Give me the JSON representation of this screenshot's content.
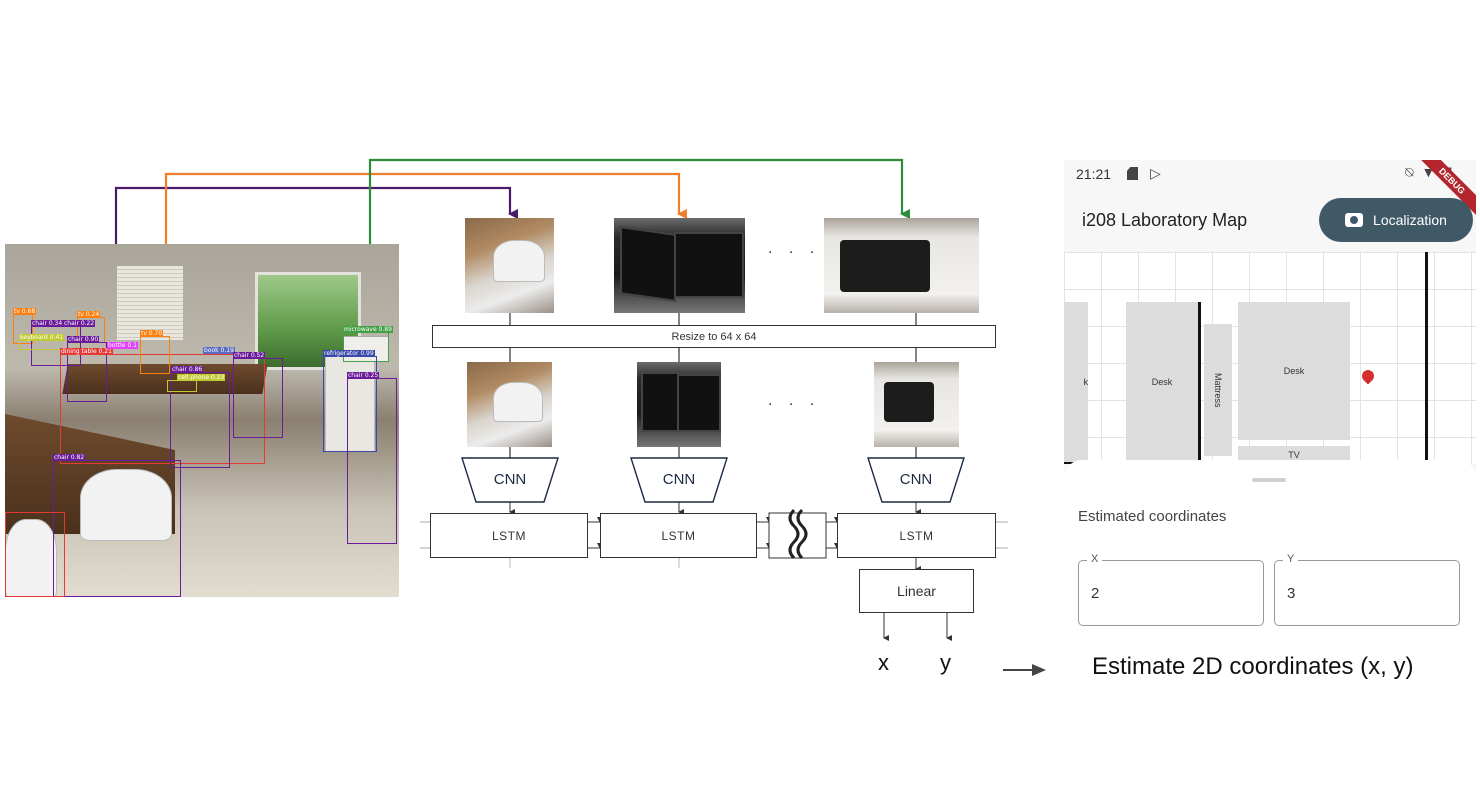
{
  "scene": {
    "detections": [
      {
        "label": "tv 0.68",
        "color": "#ff7f0e"
      },
      {
        "label": "tv 0.24",
        "color": "#ff7f0e"
      },
      {
        "label": "chair 0.34",
        "color": "#6a1b9a"
      },
      {
        "label": "chair 0.22",
        "color": "#6a1b9a"
      },
      {
        "label": "keyboard 0.41",
        "color": "#c0ca33"
      },
      {
        "label": "chair 0.90",
        "color": "#6a1b9a"
      },
      {
        "label": "dining table 0.21",
        "color": "#e53935"
      },
      {
        "label": "bottle 0.1",
        "color": "#e040fb"
      },
      {
        "label": "tv 0.70",
        "color": "#ff7f0e"
      },
      {
        "label": "book 0.19",
        "color": "#5c6bc0"
      },
      {
        "label": "chair 0.52",
        "color": "#6a1b9a"
      },
      {
        "label": "chair 0.86",
        "color": "#6a1b9a"
      },
      {
        "label": "cell phone 0.23",
        "color": "#c0ca33"
      },
      {
        "label": "microwave 0.89",
        "color": "#43a047"
      },
      {
        "label": "refrigerator 0.99",
        "color": "#3949ab"
      },
      {
        "label": "chair 0.25",
        "color": "#6a1b9a"
      },
      {
        "label": "chair 0.82",
        "color": "#6a1b9a"
      }
    ]
  },
  "arrows": {
    "colors": [
      "#4a1a6b",
      "#f07f2a",
      "#2e8b3a"
    ]
  },
  "pipeline": {
    "resize_label": "Resize to 64 x 64",
    "dots_top": ". . .",
    "dots_mid": ". . .",
    "cnn_labels": [
      "CNN",
      "CNN",
      "CNN"
    ],
    "lstm_labels": [
      "LSTM",
      "LSTM",
      "LSTM"
    ],
    "linear_label": "Linear",
    "output_x": "x",
    "output_y": "y"
  },
  "estimate_text": "Estimate 2D coordinates (x, y)",
  "phone": {
    "time": "21:21",
    "status_icons": [
      "sim-icon",
      "play-store-icon",
      "bell-off-icon",
      "wifi-icon",
      "battery-icon"
    ],
    "debug_banner": "DEBUG",
    "title": "i208 Laboratory Map",
    "localization_button": "Localization",
    "map": {
      "blocks": [
        "k",
        "Desk",
        "Mattress",
        "Desk",
        "TV"
      ],
      "marker_color": "#d32f2f"
    },
    "sheet_title": "Estimated coordinates",
    "field_x_label": "X",
    "field_x_value": "2",
    "field_y_label": "Y",
    "field_y_value": "3"
  }
}
